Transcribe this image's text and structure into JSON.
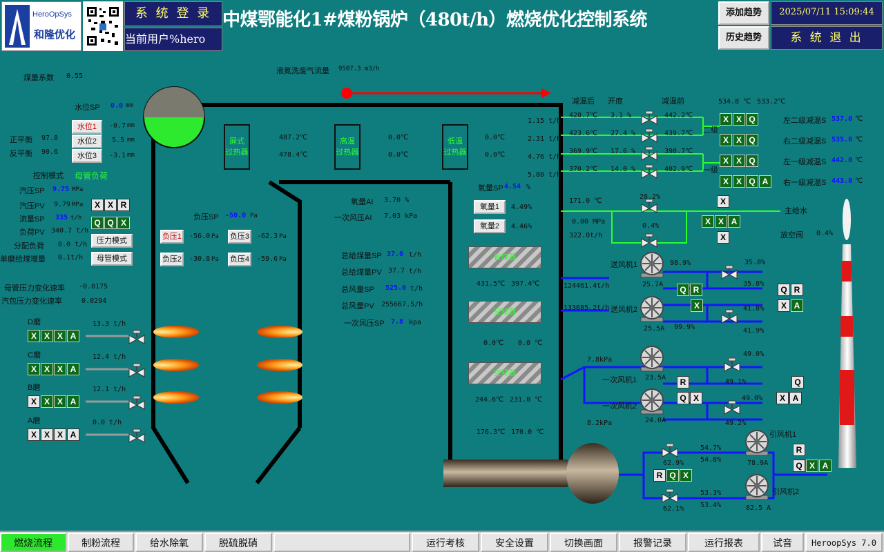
{
  "header": {
    "logo_top": "HeroOpSys",
    "logo_bottom": "和隆优化",
    "login_label": "系 统 登 录",
    "user_label": "当前用户",
    "user_value": "%hero",
    "title": "中煤鄂能化1#煤粉锅炉（480t/h）燃烧优化控制系统",
    "add_trend": "添加趋势",
    "history_trend": "历史趋势",
    "datetime": "2025/07/11 15:09:44",
    "exit": "系 统 退 出"
  },
  "left": {
    "coal_coef_label": "煤量系数",
    "coal_coef": "0.55",
    "water_sp_label": "水位SP",
    "water_sp": "0.0",
    "water_sp_unit": "mm",
    "pos_bal_label": "正平衡",
    "pos_bal": "97.8",
    "neg_bal_label": "反平衡",
    "neg_bal": "90.6",
    "wl1_btn": "水位1",
    "wl1": "-0.7",
    "wl2_btn": "水位2",
    "wl2": "5.5",
    "wl3_btn": "水位3",
    "wl3": "-3.1",
    "mm": "mm",
    "mode_label": "控制模式",
    "mode_value": "母管负荷",
    "steam_sp_label": "汽压SP",
    "steam_sp": "9.75",
    "steam_pv_label": "汽压PV",
    "steam_pv": "9.79",
    "mpa": "MPa",
    "flow_sp_label": "流量SP",
    "flow_sp": "335",
    "flow_sp_unit": "t/h",
    "load_pv_label": "负荷PV",
    "load_pv": "340.7 t/h",
    "alloc_label": "分配负荷",
    "alloc": "0.0 t/h",
    "pressure_mode": "压力模式",
    "single_inc_label": "单磨给煤增量",
    "single_inc": "0.1t/h",
    "header_mode": "母管模式",
    "hdr_rate_label": "母管压力变化速率",
    "hdr_rate": "-0.0175",
    "drum_rate_label": "汽包压力变化速率",
    "drum_rate": "0.0294"
  },
  "mills": [
    {
      "name": "D磨",
      "flow": "13.3 t/h"
    },
    {
      "name": "C磨",
      "flow": "12.4 t/h"
    },
    {
      "name": "B磨",
      "flow": "12.1 t/h"
    },
    {
      "name": "A磨",
      "flow": "0.0 t/h"
    }
  ],
  "furnace": {
    "exhaust_label": "液氮洗废气流量",
    "exhaust": "9507.3 m3/h",
    "platen": "屏式\n过热器",
    "high": "高温\n过热器",
    "low": "低温\n过热器",
    "t1": "487.2℃",
    "t2": "478.4℃",
    "t3": "0.0℃",
    "t4": "0.0℃",
    "t5": "0.0℃",
    "t6": "0.0℃",
    "neg_sp_label": "负压SP",
    "neg_sp": "-50.0",
    "pa": "Pa",
    "np1_btn": "负压1",
    "np1": "-56.0",
    "np2_btn": "负压2",
    "np2": "-30.8",
    "np3_btn": "负压3",
    "np3": "-62.3",
    "np4_btn": "负压4",
    "np4": "-59.6"
  },
  "center": {
    "o2_ai_label": "氧量AI",
    "o2_ai": "3.70 %",
    "pa_ai_label": "一次风压AI",
    "pa_ai": "7.03 kPa",
    "coal_sp_label": "总给煤量SP",
    "coal_sp": "37.6",
    "coal_pv_label": "总给煤量PV",
    "coal_pv": "37.7",
    "th": "t/h",
    "air_sp_label": "总风量SP",
    "air_sp": "525.0",
    "air_pv_label": "总风量PV",
    "air_pv": "255667.5/h",
    "pa_sp_label": "一次风压SP",
    "pa_sp": "7.8",
    "kpa": "kpa"
  },
  "economizer": {
    "o2_sp_label": "氧量SP",
    "o2_sp": "4.54",
    "pct": "%",
    "o2_1_btn": "氧量1",
    "o2_1": "4.49%",
    "o2_2_btn": "氧量2",
    "o2_2": "4.46%",
    "hx1": "省煤器",
    "hx2": "空预器",
    "hx3": "空预器",
    "t_a": "431.5℃",
    "t_b": "397.4℃",
    "t_c": "0.0℃",
    "t_d": "0.0 ℃",
    "t_e": "244.6℃",
    "t_f": "231.0 ℃",
    "t_g": "176.3℃",
    "t_h": "170.0 ℃"
  },
  "desup": {
    "after_label": "减温后",
    "open_label": "开度",
    "before_label": "减温前",
    "rows": [
      {
        "flow": "1.15 t/h",
        "after": "428.7℃",
        "open": "3.1 %",
        "before": "442.2℃"
      },
      {
        "flow": "2.31 t/h",
        "after": "423.6℃",
        "open": "27.4 %",
        "before": "439.7℃"
      },
      {
        "flow": "4.76 t/h",
        "after": "369.9℃",
        "open": "17.6 %",
        "before": "398.7℃"
      },
      {
        "flow": "5.80 t/h",
        "after": "370.2℃",
        "open": "14.0 %",
        "before": "402.9℃"
      }
    ],
    "lvl2": "二级",
    "lvl1": "一级",
    "top_a": "534.8 ℃",
    "top_b": "533.2℃",
    "sps": [
      {
        "label": "左二级减温S",
        "val": "537.0",
        "unit": "℃"
      },
      {
        "label": "右二级减温S",
        "val": "535.0",
        "unit": "℃"
      },
      {
        "label": "左一级减温S",
        "val": "442.0",
        "unit": "℃"
      },
      {
        "label": "右一级减温S",
        "val": "443.0",
        "unit": "℃"
      }
    ]
  },
  "feed": {
    "t": "171.0 ℃",
    "mpa": "0.00 MPa",
    "flow": "322.0t/h",
    "v1": "28.2%",
    "v2": "0.4%",
    "main": "主给水",
    "vent_label": "放空阀",
    "vent": "0.4%"
  },
  "fans": {
    "fd1_flow": "124461.4t/h",
    "fd2_flow": "133685.2t/h",
    "fd1_label": "送风机1",
    "fd2_label": "送风机2",
    "fd1_pct": "98.9%",
    "fd1_amp": "25.7A",
    "fd2_amp": "25.5A",
    "fd2_pct": "99.9%",
    "fd_v1": "35.8%",
    "fd_v1b": "35.8%",
    "fd_v2": "41.8%",
    "fd_v2b": "41.9%",
    "pa_p1": "7.8kPa",
    "pa_p2": "8.2kPa",
    "pa1_label": "一次风机1",
    "pa2_label": "一次风机2",
    "pa1_amp": "23.5A",
    "pa2_amp": "24.0A",
    "pa_v1": "49.0%",
    "pa_v1b": "49.1%",
    "pa_v2": "49.0%",
    "pa_v2b": "49.2%",
    "id1_label": "引风机1",
    "id2_label": "引风机2",
    "id_v1": "62.9%",
    "id_v2": "62.1%",
    "id_o1": "54.7%",
    "id_o1b": "54.8%",
    "id_o2": "53.3%",
    "id_o2b": "53.4%",
    "id1_amp": "78.9A",
    "id2_amp": "82.5 A"
  },
  "footer": {
    "tabs": [
      "燃烧流程",
      "制粉流程",
      "给水除氧",
      "脱硫脱硝",
      "",
      "运行考核",
      "安全设置",
      "切换画面",
      "报警记录",
      "运行报表",
      "试音"
    ],
    "version": "HeroopSys 7.0"
  }
}
